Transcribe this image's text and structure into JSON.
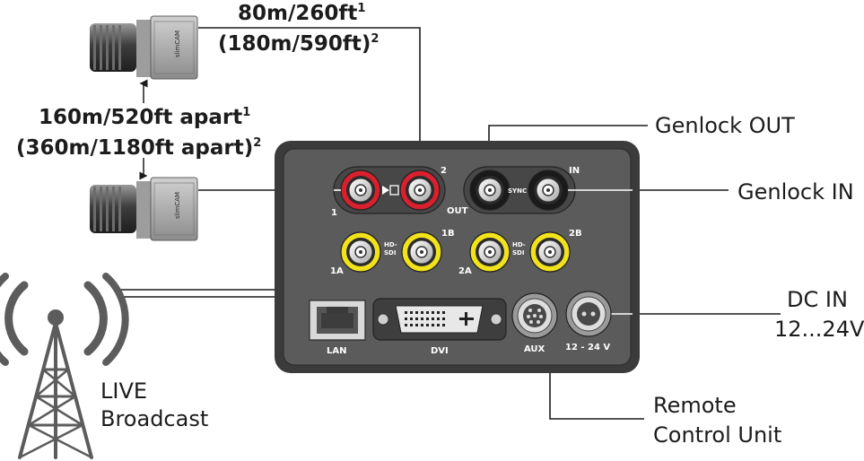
{
  "cable_length": {
    "line1": "80m/260ft",
    "line1_sup": "1",
    "line2": "(180m/590ft)",
    "line2_sup": "2"
  },
  "camera_spacing": {
    "line1": "160m/520ft apart",
    "line1_sup": "1",
    "line2": "(360m/1180ft apart)",
    "line2_sup": "2"
  },
  "camera_brand": "slimCAM",
  "callouts": {
    "genlock_out": "Genlock OUT",
    "genlock_in": "Genlock IN",
    "dc_in_line1": "DC IN",
    "dc_in_line2": "12...24V",
    "remote_line1": "Remote",
    "remote_line2": "Control Unit",
    "live_line1": "LIVE",
    "live_line2": "Broadcast"
  },
  "panel_labels": {
    "out_1": "1",
    "out_2": "2",
    "out": "OUT",
    "sync": "SYNC",
    "in": "IN",
    "sdi_1b": "1B",
    "sdi_1a": "1A",
    "sdi_2b": "2B",
    "sdi_2a": "2A",
    "hd_sdi_a_line1": "HD-",
    "hd_sdi_a_line2": "SDI",
    "hd_sdi_b_line1": "HD-",
    "hd_sdi_b_line2": "SDI",
    "lan": "LAN",
    "dvi": "DVI",
    "aux": "AUX",
    "power": "12 - 24 V"
  },
  "colors": {
    "panel": "#5b5b5b",
    "panel_border": "#3a3a3a",
    "red_ring": "#d8202e",
    "yellow_ring": "#f2e21c",
    "black_ring": "#1a1a1a"
  }
}
